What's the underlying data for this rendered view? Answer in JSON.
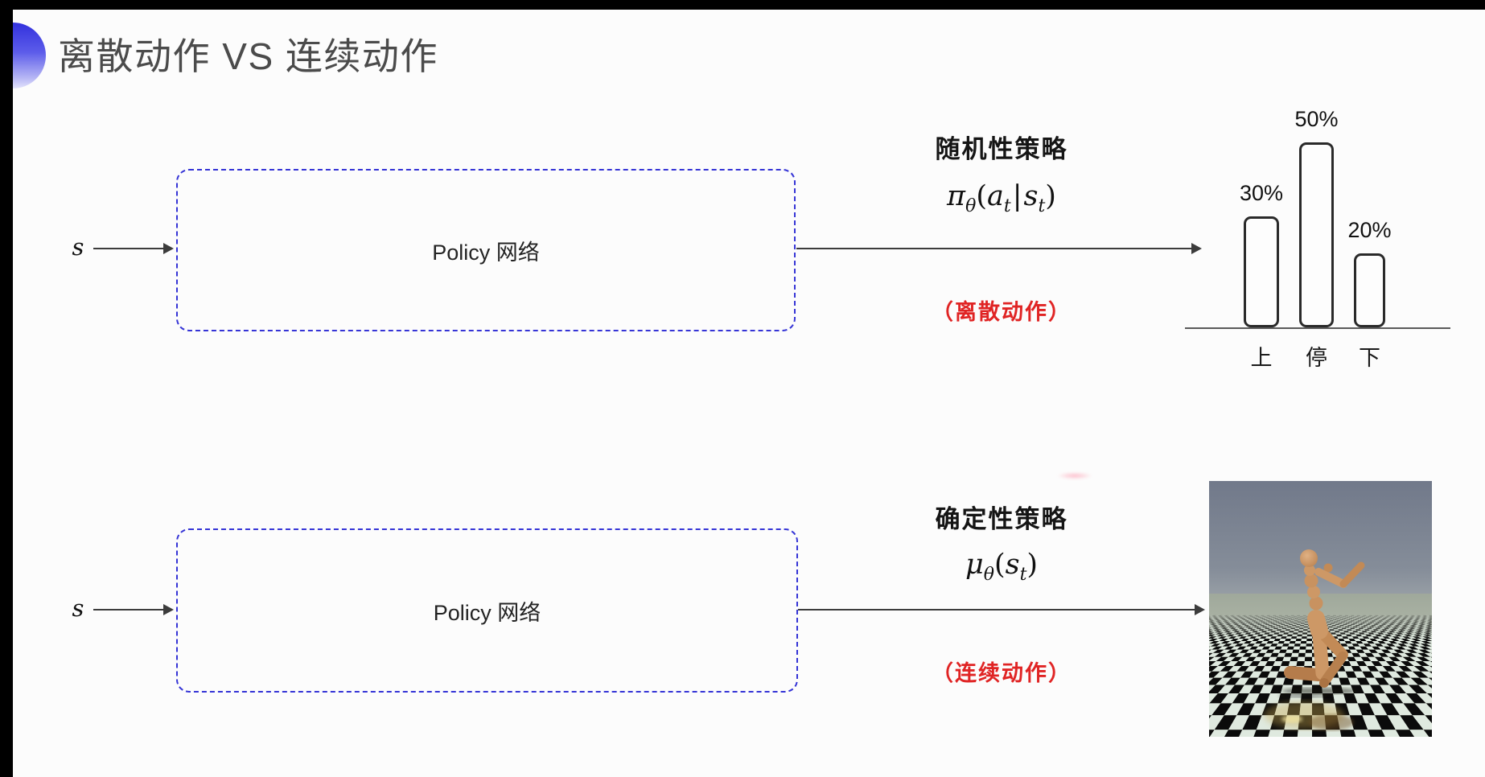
{
  "title": "离散动作 VS 连续动作",
  "colors": {
    "accent_blue": "#3534d6",
    "title_gray": "#4b4b4b",
    "note_red": "#e02424",
    "bar_outline": "#2a2a2a"
  },
  "top": {
    "input_label": "s",
    "box_label": "Policy 网络",
    "policy_type": "随机性策略",
    "formula": {
      "pi": "π",
      "theta": "θ",
      "open": "(",
      "a": "a",
      "a_sub": "t",
      "bar": "|",
      "s": "s",
      "s_sub": "t",
      "close": ")"
    },
    "action_note": "（离散动作）",
    "chart": {
      "type": "bar",
      "categories": [
        "上",
        "停",
        "下"
      ],
      "values": [
        30,
        50,
        20
      ],
      "labels": [
        "30%",
        "50%",
        "20%"
      ]
    }
  },
  "bottom": {
    "input_label": "s",
    "box_label": "Policy 网络",
    "policy_type": "确定性策略",
    "formula": {
      "mu": "μ",
      "theta": "θ",
      "open": "(",
      "s": "s",
      "s_sub": "t",
      "close": ")"
    },
    "action_note": "（连续动作）",
    "image_description": "humanoid-mujoco-simulation"
  }
}
